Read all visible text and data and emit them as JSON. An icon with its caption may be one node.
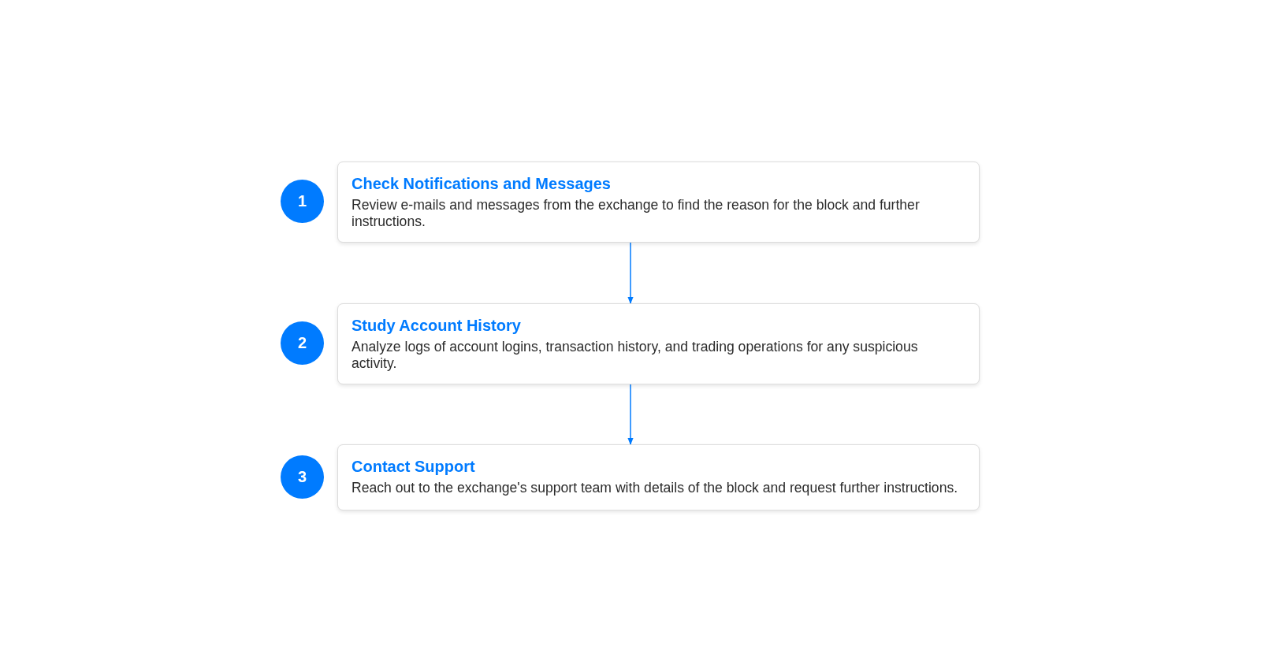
{
  "diagram": {
    "nodes": [
      {
        "text": [
          "1"
        ]
      },
      {
        "text": [
          "Check Notifications and Messages",
          "Review e-mails and messages from the exchange to find the reason for the block and further instructions."
        ]
      },
      {
        "text": [
          "2"
        ]
      },
      {
        "text": [
          "Study Account History",
          "Analyze logs of account logins, transaction history, and trading operations for any suspicious activity."
        ]
      },
      {
        "text": [
          "3"
        ]
      },
      {
        "text": [
          "Contact Support",
          "Reach out to the exchange's support team with details of the block and request further instructions."
        ]
      }
    ],
    "edges": [
      {
        "from": 1,
        "to": 3,
        "arrow": "to"
      },
      {
        "from": 3,
        "to": 5,
        "arrow": "to"
      }
    ]
  }
}
